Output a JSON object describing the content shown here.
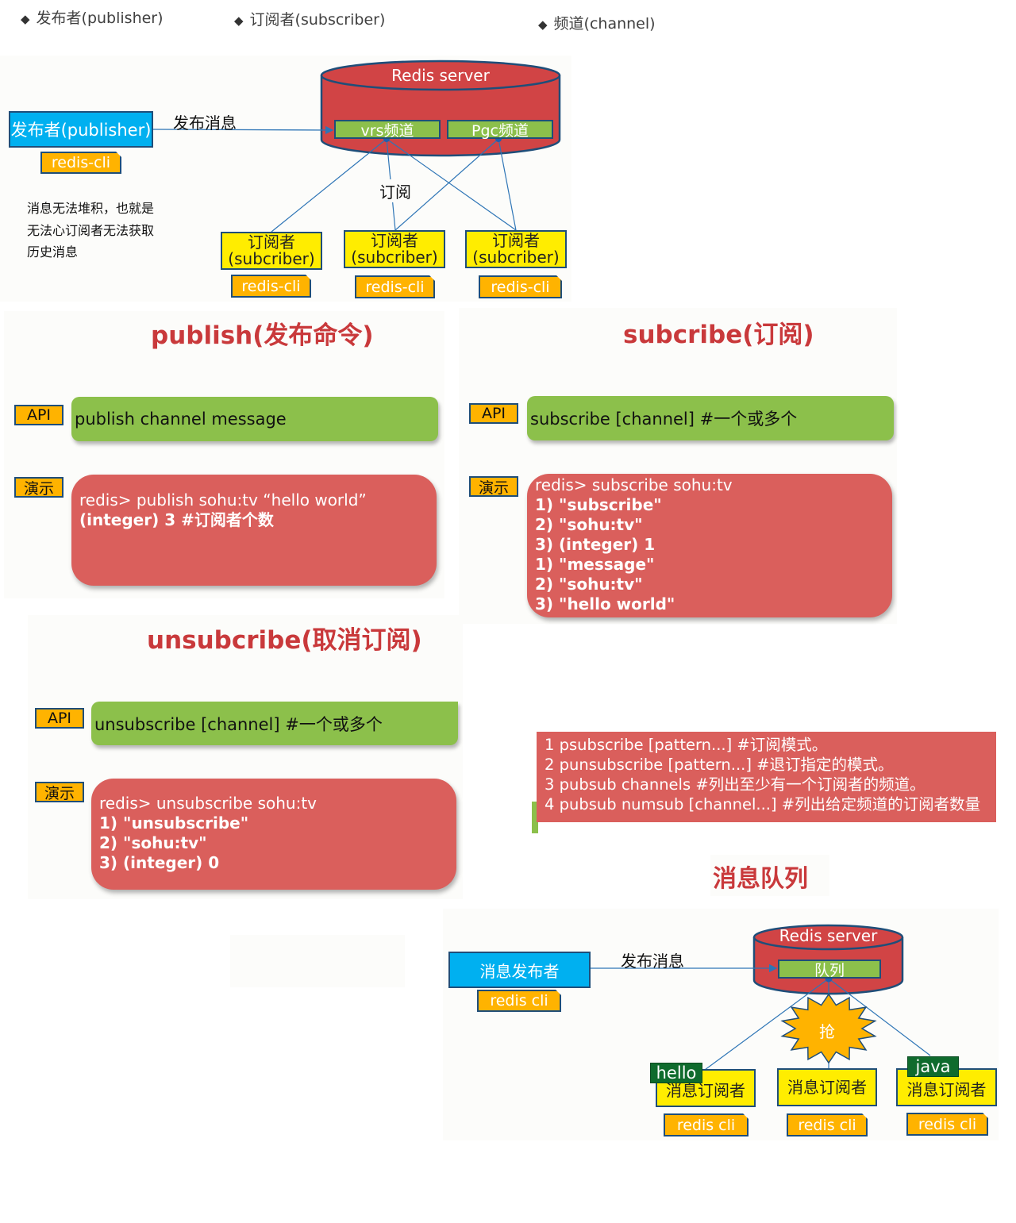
{
  "legend": {
    "items": [
      {
        "bullet": "◆",
        "label": "发布者(publisher)"
      },
      {
        "bullet": "◆",
        "label": "订阅者(subscriber)"
      },
      {
        "bullet": "◆",
        "label": "频道(channel)"
      }
    ]
  },
  "pubsub_diagram": {
    "server_label": "Redis server",
    "channels": [
      "vrs频道",
      "Pgc频道"
    ],
    "publisher": {
      "label": "发布者(publisher)",
      "client": "redis-cli"
    },
    "publish_arrow_label": "发布消息",
    "subscribe_label": "订阅",
    "subscribers": [
      {
        "line1": "订阅者",
        "line2": "(subcriber)",
        "client": "redis-cli"
      },
      {
        "line1": "订阅者",
        "line2": "(subcriber)",
        "client": "redis-cli"
      },
      {
        "line1": "订阅者",
        "line2": "(subcriber)",
        "client": "redis-cli"
      }
    ],
    "note_lines": [
      "消息无法堆积，也就是",
      "无法心订阅者无法获取",
      "历史消息"
    ]
  },
  "publish_section": {
    "title": "publish(发布命令)",
    "api_tag": "API",
    "api_text": "publish channel message",
    "demo_tag": "演示",
    "demo_lines": [
      {
        "text": "redis> publish sohu:tv   “hello world”",
        "bold": false
      },
      {
        "text": "(integer) 3 #订阅者个数",
        "bold": true
      }
    ]
  },
  "subscribe_section": {
    "title": "subcribe(订阅)",
    "api_tag": "API",
    "api_text": "subscribe [channel] #一个或多个",
    "demo_tag": "演示",
    "demo_lines": [
      {
        "text": "redis> subscribe sohu:tv",
        "bold": false
      },
      {
        "text": "1) \"subscribe\"",
        "bold": true
      },
      {
        "text": "2) \"sohu:tv\"",
        "bold": true
      },
      {
        "text": "3) (integer) 1",
        "bold": true
      },
      {
        "text": "1) \"message\"",
        "bold": true
      },
      {
        "text": "2) \"sohu:tv\"",
        "bold": true
      },
      {
        "text": "3) \"hello world\"",
        "bold": true
      }
    ]
  },
  "unsubscribe_section": {
    "title": "unsubcribe(取消订阅)",
    "api_tag": "API",
    "api_text": "unsubscribe [channel] #一个或多个",
    "demo_tag": "演示",
    "demo_lines": [
      {
        "text": "redis> unsubscribe sohu:tv",
        "bold": false
      },
      {
        "text": "1) \"unsubscribe\"",
        "bold": true
      },
      {
        "text": "2) \"sohu:tv\"",
        "bold": true
      },
      {
        "text": "3) (integer) 0",
        "bold": true
      }
    ]
  },
  "other_commands": [
    "1 psubscribe [pattern...] #订阅模式。",
    "2 punsubscribe [pattern...] #退订指定的模式。",
    "3 pubsub channels #列出至少有一个订阅者的频道。",
    "4 pubsub numsub [channel...] #列出给定频道的订阅者数量"
  ],
  "queue_section": {
    "title": "消息队列",
    "server_label": "Redis server",
    "queue_label": "队列",
    "publisher": {
      "label": "消息发布者",
      "client": "redis cli"
    },
    "publish_arrow_label": "发布消息",
    "burst_label": "抢",
    "subscribers": [
      {
        "label": "消息订阅者",
        "client": "redis cli",
        "received": "hello"
      },
      {
        "label": "消息订阅者",
        "client": "redis cli",
        "received": null
      },
      {
        "label": "消息订阅者",
        "client": "redis cli",
        "received": "java"
      }
    ]
  },
  "colors": {
    "title_red": "#c9393b",
    "server_red": "#d14445",
    "channel_green": "#8cc04b",
    "publisher_blue": "#00b0f0",
    "subscriber_yellow": "#ffed00",
    "client_orange": "#ffb300",
    "demo_red": "#da5f5c",
    "tag_green": "#0f6b2d",
    "border_navy": "#1f4e79"
  }
}
